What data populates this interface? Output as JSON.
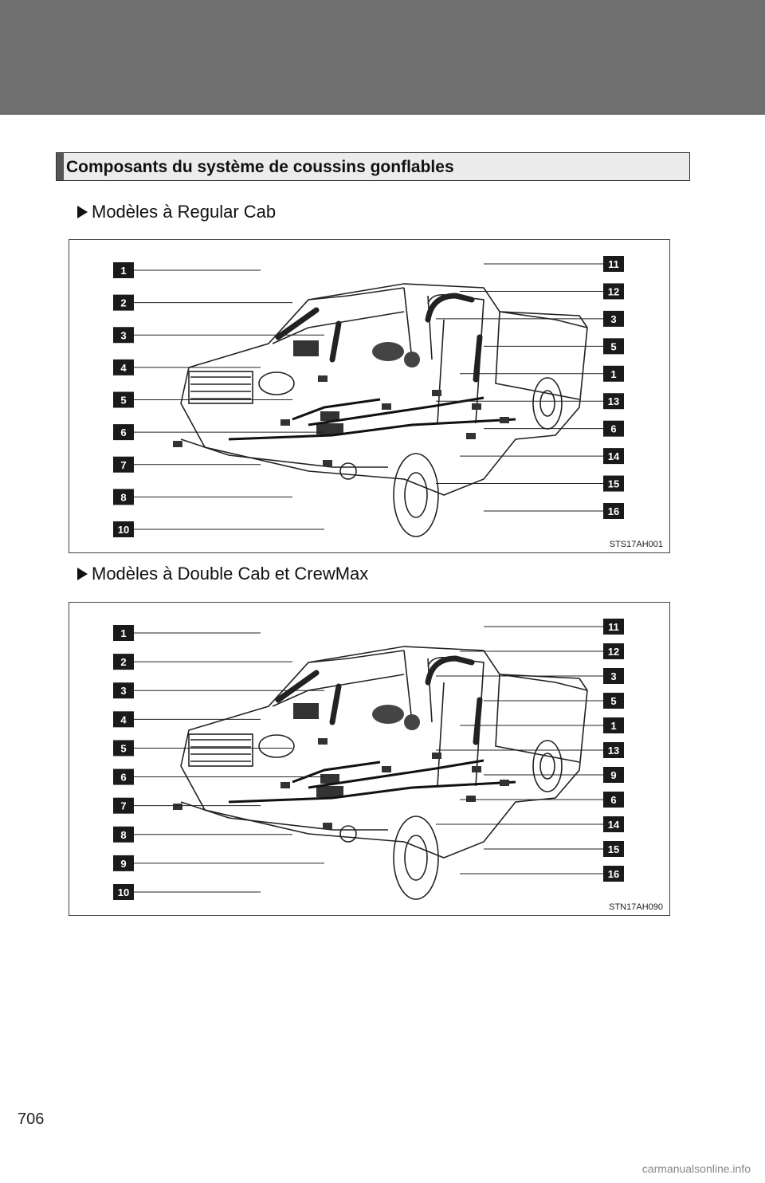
{
  "section": {
    "title": "Composants du système de coussins gonflables"
  },
  "figures": [
    {
      "subtitle": "Modèles à Regular Cab",
      "code": "STS17AH001",
      "left_labels": [
        "1",
        "2",
        "3",
        "4",
        "5",
        "6",
        "7",
        "8",
        "10"
      ],
      "right_labels": [
        "11",
        "12",
        "3",
        "5",
        "1",
        "13",
        "6",
        "14",
        "15",
        "16"
      ]
    },
    {
      "subtitle": "Modèles à Double Cab et CrewMax",
      "code": "STN17AH090",
      "left_labels": [
        "1",
        "2",
        "3",
        "4",
        "5",
        "6",
        "7",
        "8",
        "9",
        "10"
      ],
      "right_labels": [
        "11",
        "12",
        "3",
        "5",
        "1",
        "13",
        "9",
        "6",
        "14",
        "15",
        "16"
      ]
    }
  ],
  "page": {
    "number": "706"
  },
  "watermark": "carmanualsonline.info",
  "colors": {
    "top_band": "#6f6f6f",
    "label_box": "#1a1a1a"
  }
}
